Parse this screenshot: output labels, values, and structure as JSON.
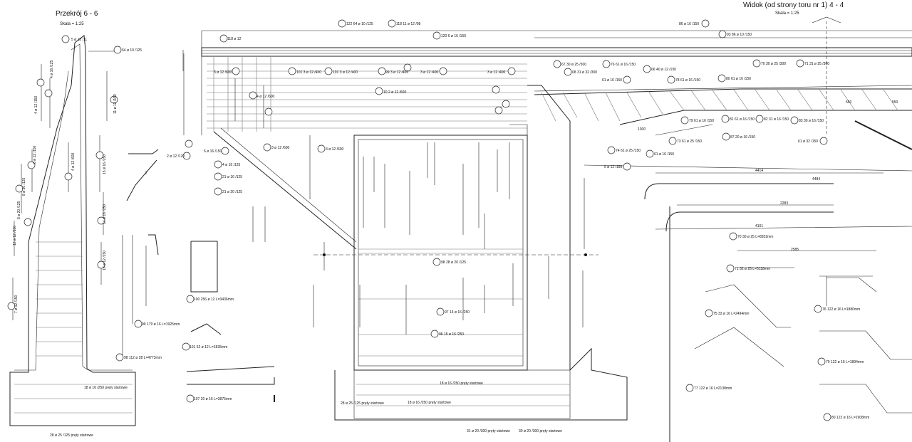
{
  "section_left": {
    "title": "Przekrój 6 - 6",
    "scale": "Skala = 1:25",
    "labels": [
      "5 ø 12 /11",
      "64 ø 10 /125",
      "4 ø 16 /125",
      "4 ø 12 /150",
      "11 ø 12 /150",
      "8 ø 20 /125",
      "4 ø 12 /600",
      "8 ø 12 /150",
      "15 ø 16 /250",
      "14 ø 16 /250",
      "10 ø 12 /150",
      "12 ø 12 /150",
      "7 ø 12 /150",
      "8 ø 20 /125",
      "18 ø 16 /250 pręty startowe",
      "28 ø 25 /125 pręty startowe"
    ]
  },
  "section_right": {
    "title": "Widok (od strony toru nr 1) 4 - 4",
    "scale": "Skala = 1:25"
  },
  "main_labels": {
    "top": [
      "122 64 ø 10 /125",
      "118 11 ø 12 /98",
      "120 6 ø 16 /150",
      "118 ø 12"
    ],
    "row1": [
      "3 ø 12 /600",
      "101 3 ø 12 /400",
      "101 3 ø 12 /400",
      "99 3 ø 12 /400",
      "3 ø 12 /400",
      "3 ø 12 /400"
    ],
    "mid": [
      "10 2 ø 12 /600",
      "4 ø 12 /600",
      "6 ø 16 /150",
      "2 ø 12 /120",
      "4 ø 16 /125",
      "21 ø 16 /125",
      "21 ø 20 /125",
      "3 ø 12 /600",
      "3 ø 12 /600"
    ],
    "bottom": [
      "98 28 ø 20 /125",
      "97 14 ø 16 /250",
      "96 15 ø 16 /250",
      "18 ø 16 /250 pręty startowe",
      "28 ø 25 /125 pręty startowe",
      "31 ø 20 /300 pręty startowe",
      "30 ø 20 /300 pręty startowe"
    ]
  },
  "right_labels": {
    "top": [
      "86 ø 16 /150",
      "93 86 ø 10 /150",
      "67 30 ø 25 /300",
      "68 31 ø 32 /300",
      "76 61 ø 16 /150",
      "66 40 ø 12 /150",
      "78 61 ø 16 /150",
      "80 61 ø 16 /150",
      "70 30 ø 25 /300",
      "71 31 ø 25 /300",
      "61 ø 16 /150"
    ],
    "mid": [
      "79 61 ø 16 /150",
      "81 61 ø 16 /150",
      "82 31 ø 16 /150",
      "83 30 ø 16 /150",
      "87 20 ø 16 /150",
      "73 61 ø 25 /150",
      "74 61 ø 25 /150",
      "61 ø 32 /150",
      "61 ø 16 /150",
      "5 ø 12 /150",
      "550",
      "550",
      "1300"
    ],
    "bars": [
      "70 30 ø 25 L=8202mm",
      "71 32 ø 25 L=5118mm",
      "75 33 ø 16 L=2494mm",
      "76 122 ø 16 L=1880mm",
      "77 122 ø 16 L=2138mm",
      "79 122 ø 16 L=1894mm",
      "80 122 ø 16 L=1908mm"
    ],
    "dims": [
      "4414",
      "4484",
      "2283",
      "4101",
      "2585"
    ]
  },
  "small_details": [
    "100 256 ø 12 L=3436mm",
    "101 62 ø 12 L=1835mm",
    "107 20 ø 16 L=3875mm",
    "99 179 ø 16 L=1925mm",
    "98 112 ø 28 L=4773mm"
  ]
}
